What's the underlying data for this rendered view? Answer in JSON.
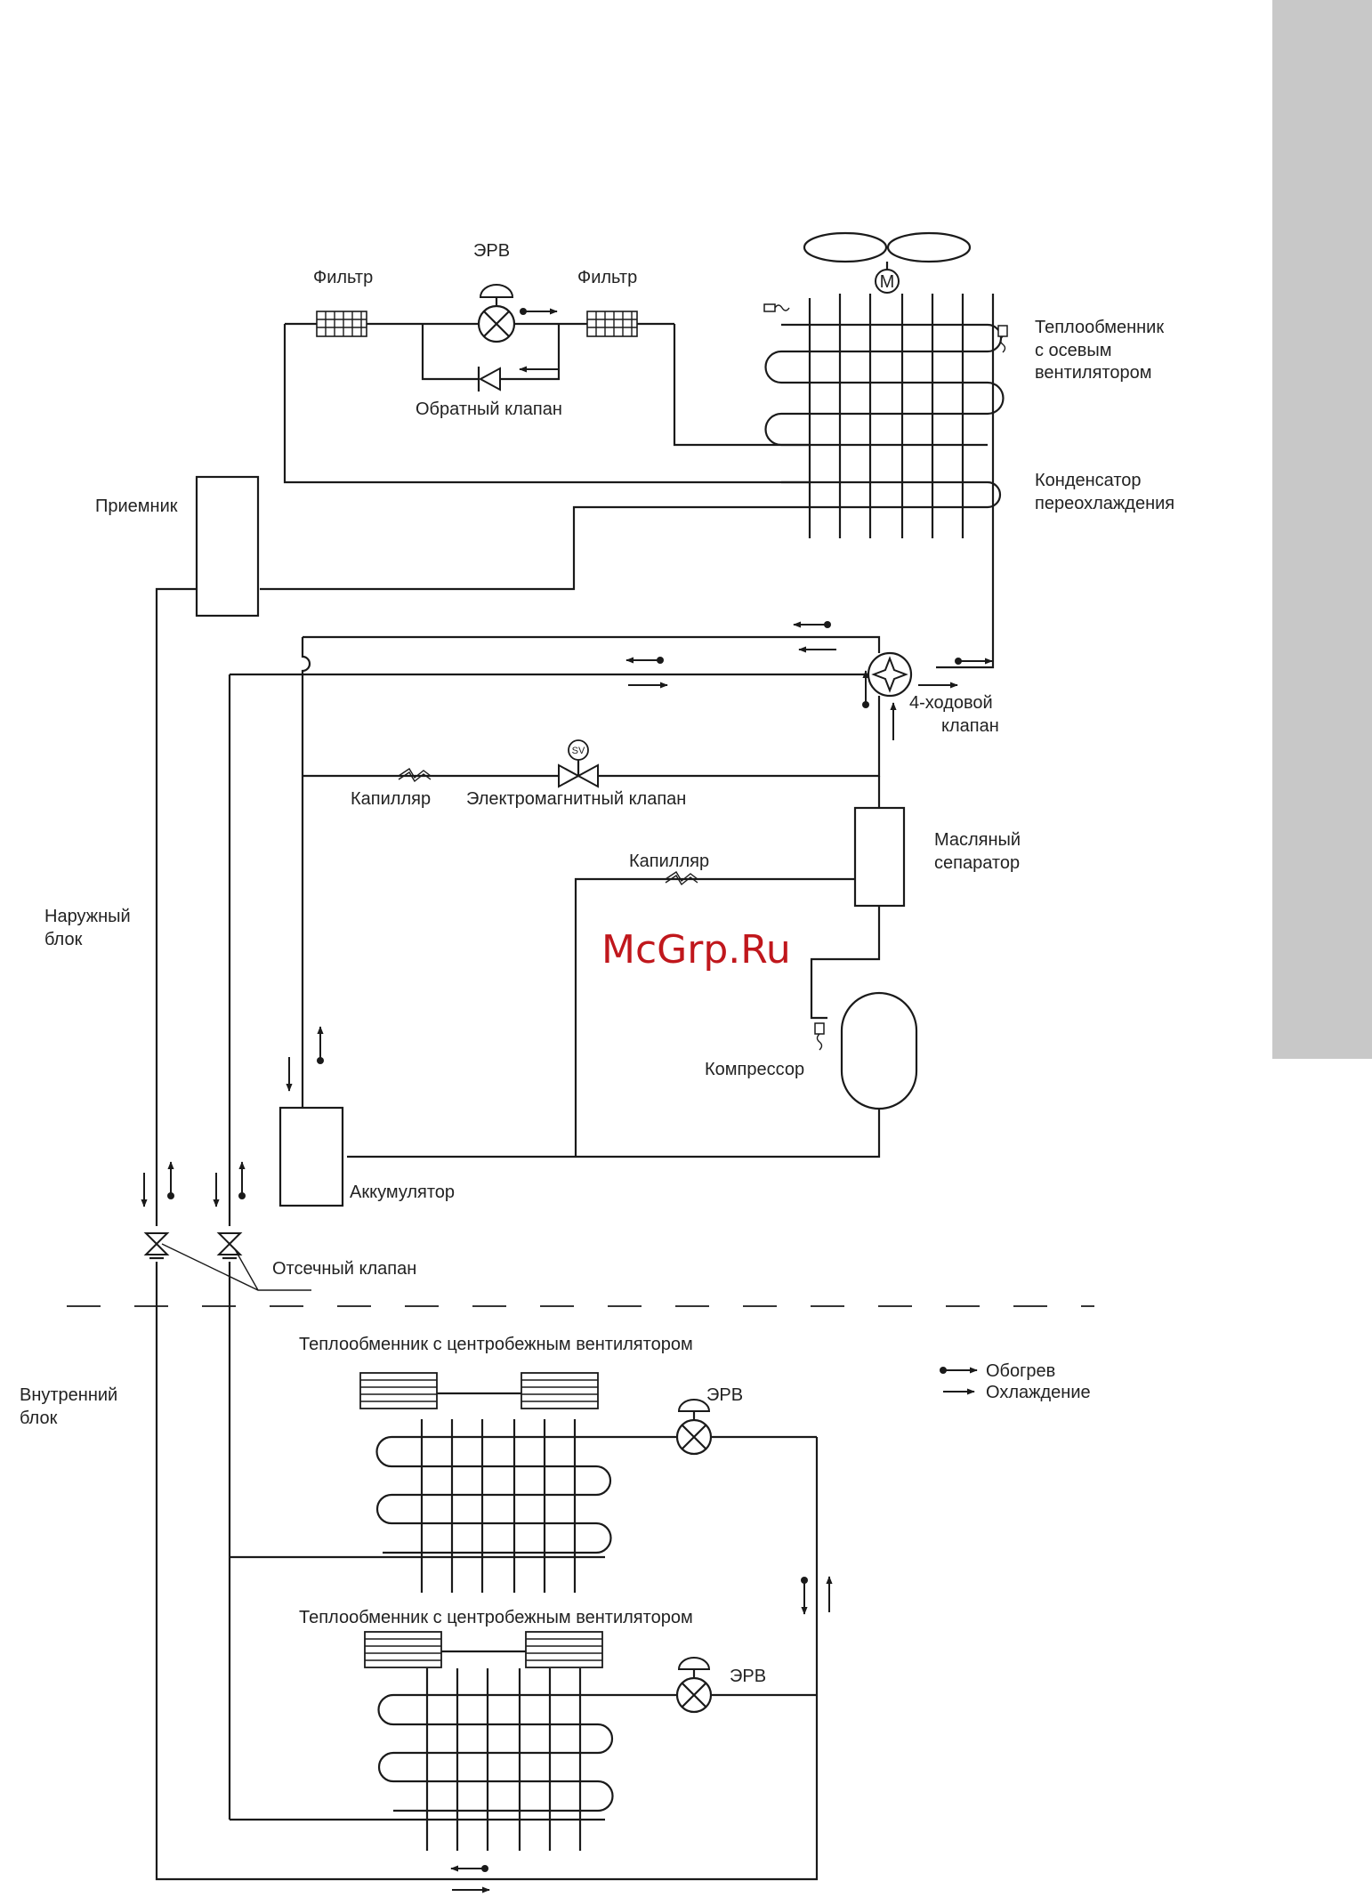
{
  "colors": {
    "line": "#1a1a1a",
    "text": "#222222",
    "side_tab": "#c8c8c8",
    "watermark": "#c0171c"
  },
  "watermark": "McGrp.Ru",
  "labels": {
    "filter_left": "Фильтр",
    "erv_top": "ЭРВ",
    "filter_right": "Фильтр",
    "check_valve": "Обратный клапан",
    "hx_axial_1": "Теплообменник",
    "hx_axial_2": "с осевым",
    "hx_axial_3": "вентилятором",
    "subcooler_1": "Конденсатор",
    "subcooler_2": "переохлаждения",
    "receiver": "Приемник",
    "fourway_1": "4-ходовой",
    "fourway_2": "клапан",
    "capillary_1": "Капилляр",
    "solenoid_valve": "Электромагнитный клапан",
    "capillary_2": "Капилляр",
    "oil_sep_1": "Масляный",
    "oil_sep_2": "сепаратор",
    "outdoor_1": "Наружный",
    "outdoor_2": "блок",
    "compressor": "Компрессор",
    "accumulator": "Аккумулятор",
    "shutoff_valve": "Отсечный клапан",
    "indoor_1": "Внутренний",
    "indoor_2": "блок",
    "hx_centrifugal_1": "Теплообменник с центробежным вентилятором",
    "hx_centrifugal_2": "Теплообменник с центробежным вентилятором",
    "erv_indoor_1": "ЭРВ",
    "erv_indoor_2": "ЭРВ",
    "legend_heating": "Обогрев",
    "legend_cooling": "Охлаждение",
    "motor": "M",
    "sv": "SV"
  }
}
